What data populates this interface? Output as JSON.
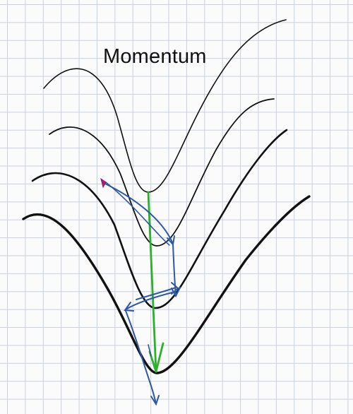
{
  "title": "Momentum",
  "colors": {
    "grid": "#c9d1dc",
    "background": "#fbfbfb",
    "contour": "#111111",
    "momentum_path": "#2d58a8",
    "gradient_arrow": "#29b229",
    "start_point": "#c2186b"
  },
  "contours": [
    {
      "name": "contour-1"
    },
    {
      "name": "contour-2"
    },
    {
      "name": "contour-3"
    },
    {
      "name": "contour-4"
    }
  ]
}
